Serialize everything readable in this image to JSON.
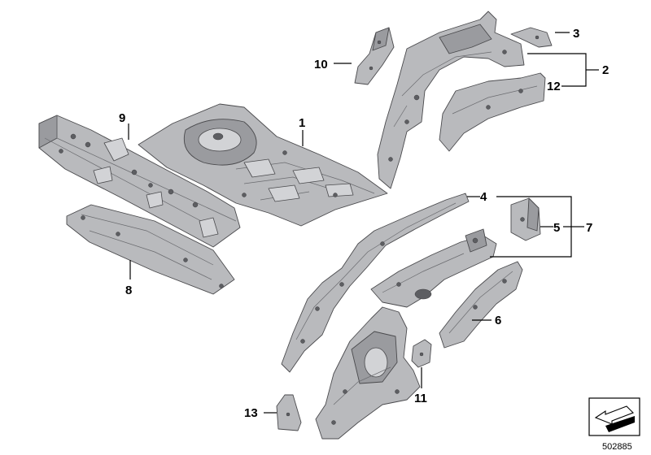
{
  "labels": {
    "p1": "1",
    "p2": "2",
    "p3": "3",
    "p4": "4",
    "p5": "5",
    "p6": "6",
    "p7": "7",
    "p8": "8",
    "p9": "9",
    "p10": "10",
    "p11": "11",
    "p12": "12",
    "p13": "13"
  },
  "diagram_number": "502885",
  "colors": {
    "part_fill": "#b9babd",
    "part_outline": "#4a4a4d",
    "label_text": "#000000"
  },
  "icons": {
    "orientation_badge": "arrow-orientation-icon"
  }
}
